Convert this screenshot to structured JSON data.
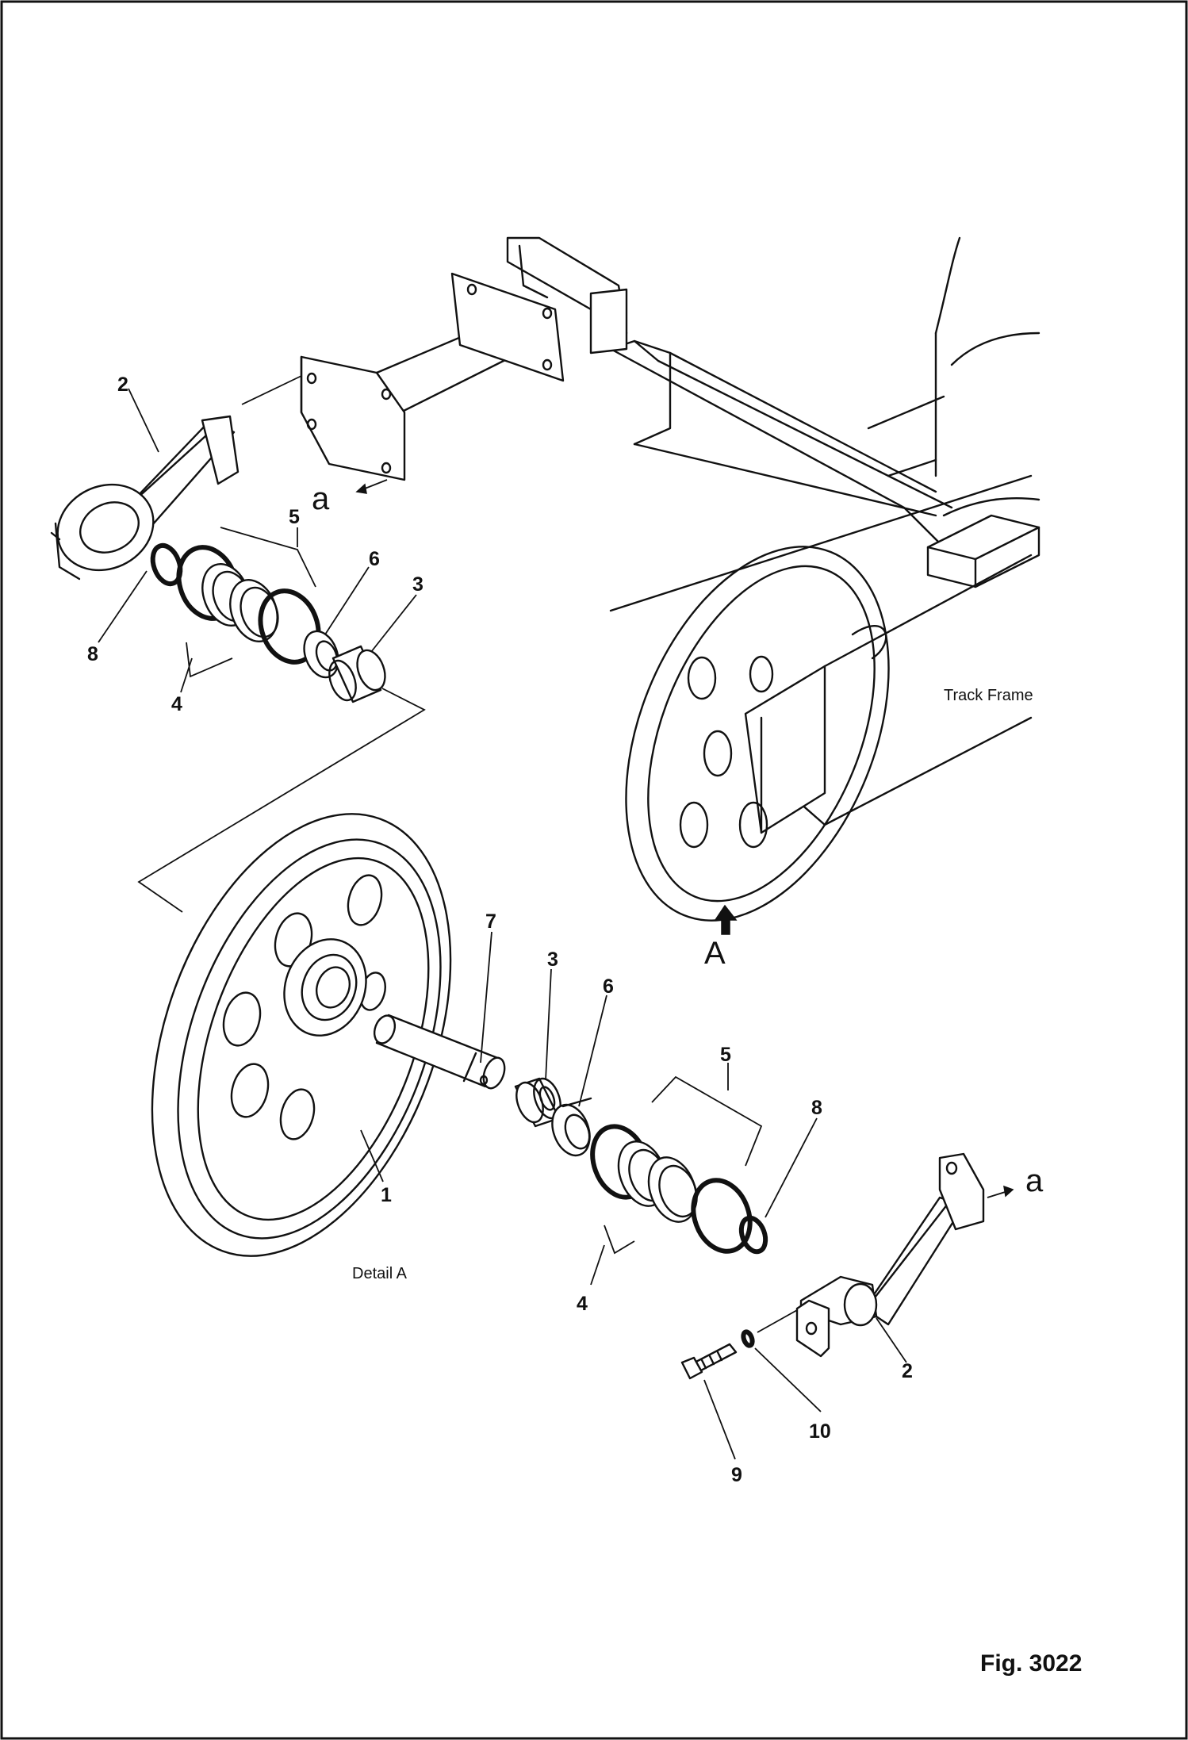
{
  "figure_label": "Fig. 3022",
  "labels": {
    "track_frame": "Track Frame",
    "detail": "Detail A",
    "view_arrow": "A",
    "ref_a": "a"
  },
  "callouts": {
    "idler": "1",
    "bracket": "2",
    "bushing": "3",
    "seal": "4",
    "seal_set": "5",
    "ring": "6",
    "shaft": "7",
    "o_ring": "8",
    "bolt": "9",
    "washer": "10"
  }
}
